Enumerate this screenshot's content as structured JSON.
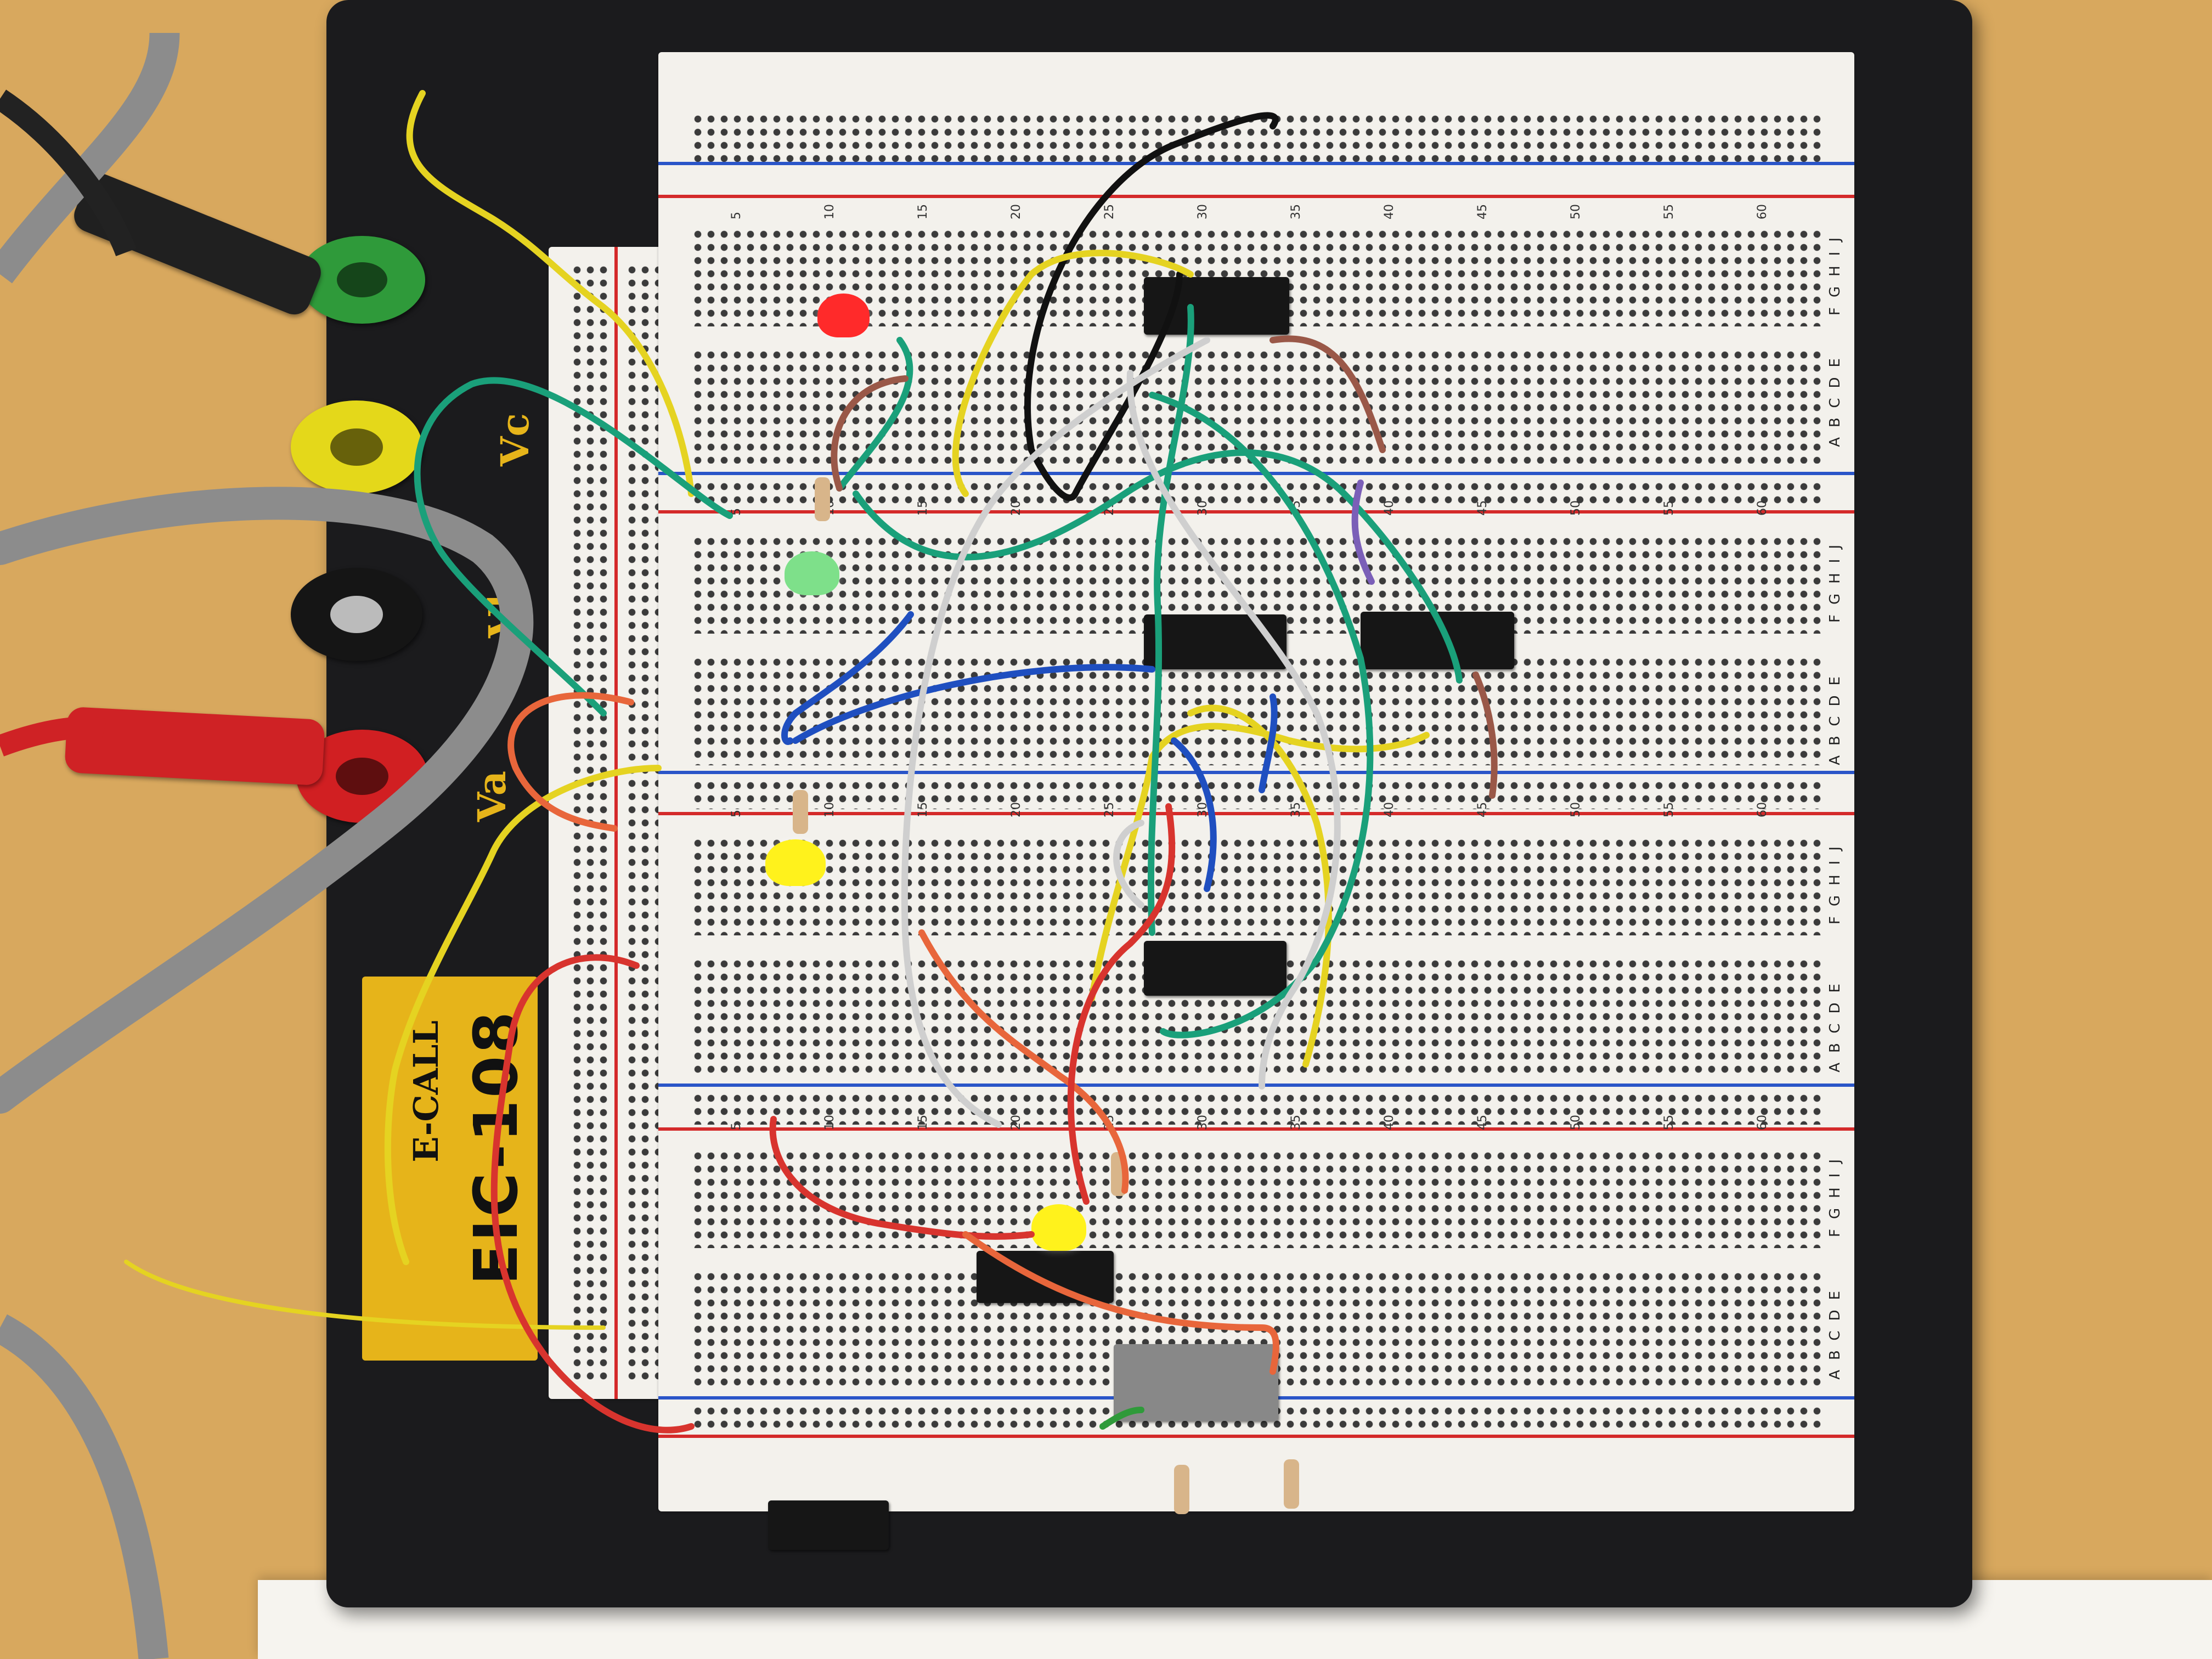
{
  "scene": {
    "description_labels": {
      "brand": "E-CALL",
      "model": "EIC-108",
      "post_va": "Va",
      "post_vb": "Vb",
      "post_vc": "Vc"
    },
    "row_labels": {
      "top": "ABCDE",
      "bottom": "FGHIJ"
    },
    "column_numbers": [
      "5",
      "10",
      "15",
      "20",
      "25",
      "30",
      "35",
      "40",
      "45",
      "50",
      "55",
      "60"
    ]
  },
  "colors": {
    "table": "#d8a85e",
    "base": "#1b1b1d",
    "breadboard": "#f3f1ec",
    "rail_red": "#d42a2a",
    "rail_blue": "#2a55c8",
    "wire_yellow": "#e5d321",
    "wire_green": "#1aa07a",
    "wire_black": "#111111",
    "wire_red": "#d8342e",
    "wire_orange": "#e8663b",
    "wire_blue": "#1f4fc0",
    "wire_brown": "#9a5848",
    "wire_gray": "#cfcfcf",
    "wire_purple": "#7b5fb8"
  },
  "icons": [
    "binding-post-icon",
    "ic-chip-icon",
    "led-icon",
    "resistor-icon",
    "alligator-clip-icon"
  ]
}
